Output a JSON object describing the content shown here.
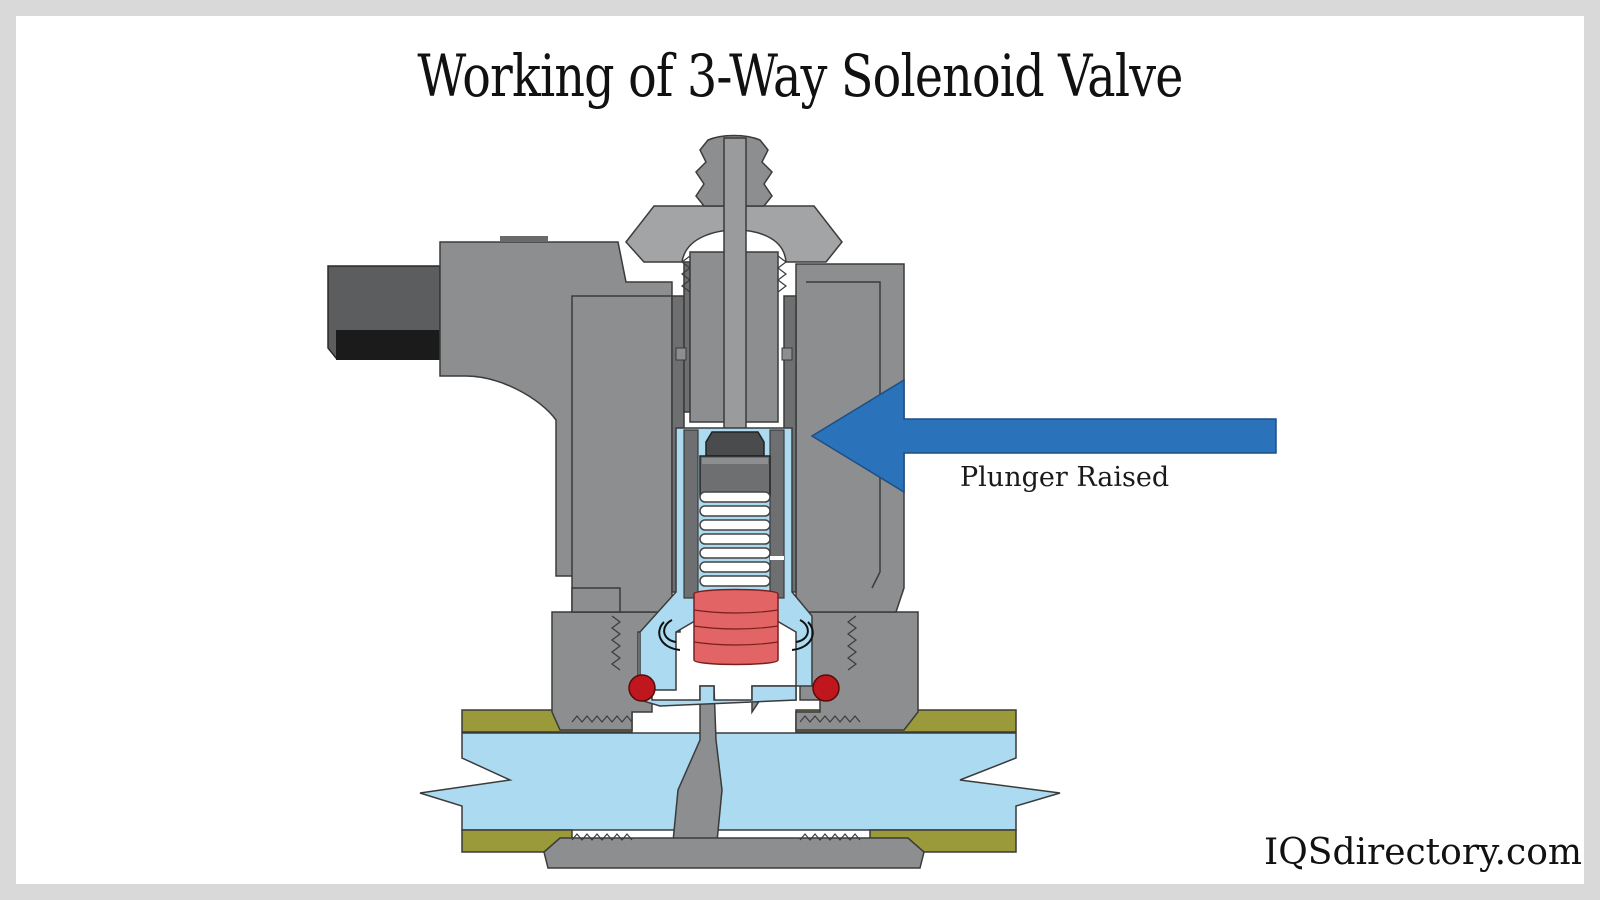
{
  "title": "Working of 3-Way Solenoid Valve",
  "callout": {
    "label": "Plunger Raised",
    "arrow_color": "#2a72ba"
  },
  "brand": "IQSdirectory.com",
  "colors": {
    "body_gray": "#8d8e90",
    "dark_gray": "#565758",
    "connector": "#454546",
    "fluid": "#acdaf0",
    "pipe_wall": "#9a9a3a",
    "seal_red": "#e26464",
    "oring": "#c0161e"
  }
}
